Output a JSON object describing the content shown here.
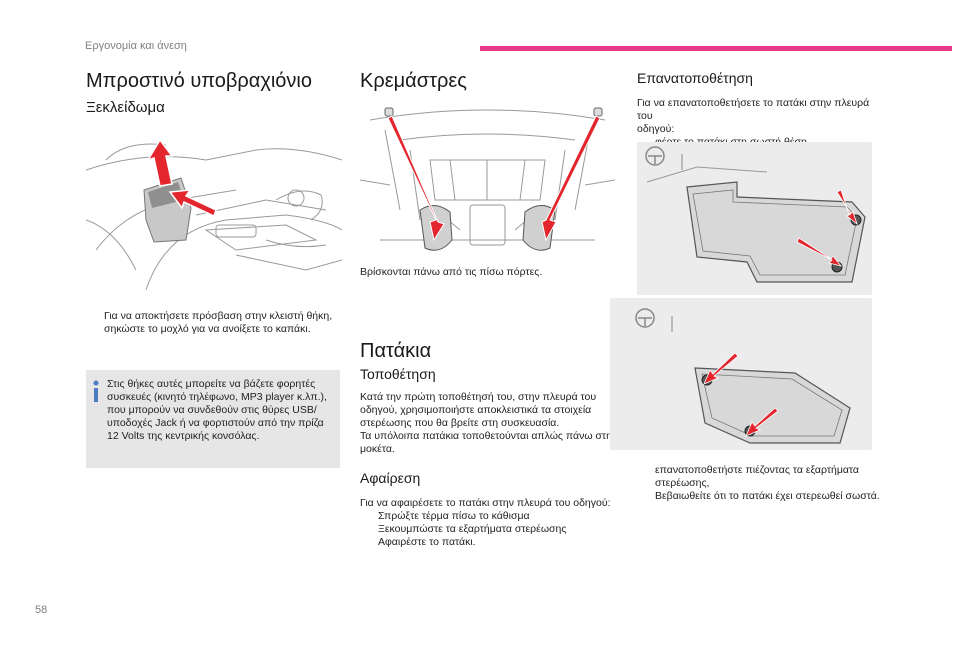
{
  "header": {
    "section": "Εργονομία και άνεση"
  },
  "page_number": "58",
  "column1": {
    "title": "Μπροστινό υποβραχιόνιο",
    "subtitle": "Ξεκλείδωμα",
    "bullet": "Για να αποκτήσετε πρόσβαση στην κλειστή θήκη, σηκώστε το μοχλό για να ανοίξετε το καπάκι.",
    "info_lines": [
      "Στις θήκες αυτές μπορείτε να βάζετε φορητές",
      "συσκευές (κινητό τηλέφωνο, MP3 player κ.λπ.),",
      "που μπορούν να συνδεθούν στις θύρες USB/",
      "υποδοχές Jack ή να φορτιστούν από την πρίζα",
      "12 Volts της κεντρικής κονσόλας."
    ]
  },
  "column2": {
    "title": "Κρεμάστρες",
    "hooks_caption": "Βρίσκονται πάνω από τις πίσω πόρτες.",
    "mats_title": "Πατάκια",
    "install_heading": "Τοποθέτηση",
    "install_text": [
      "Κατά την πρώτη τοποθέτησή του, στην πλευρά του",
      "οδηγού, χρησιμοποιήστε αποκλειστικά τα στοιχεία",
      "στερέωσης που θα βρείτε στη συσκευασία.",
      "Τα υπόλοιπα πατάκια τοποθετούνται απλώς πάνω στη",
      "μοκέτα."
    ],
    "remove_heading": "Αφαίρεση",
    "remove_intro": "Για να αφαιρέσετε το πατάκι στην πλευρά του οδηγού:",
    "remove_steps": [
      "Σπρώξτε τέρμα πίσω το κάθισμα",
      "Ξεκουμπώστε τα εξαρτήματα στερέωσης",
      "Αφαιρέστε το πατάκι."
    ]
  },
  "column3": {
    "title": "Επανατοποθέτηση",
    "intro_lines": [
      "Για να επανατοποθετήσετε το πατάκι στην πλευρά του",
      "οδηγού:"
    ],
    "step_first": "φέρτε το πατάκι στη σωστή θέση,",
    "step_press": "επανατοποθετήστε πιέζοντας τα εξαρτήματα στερέωσης,",
    "step_check": "Βεβαιωθείτε ότι το πατάκι έχει στερεωθεί σωστά."
  },
  "bullet_symbol": "",
  "colors": {
    "accent": "#e8388a",
    "arrow": "#e3262d",
    "info_icon": "#4a7cc0"
  }
}
